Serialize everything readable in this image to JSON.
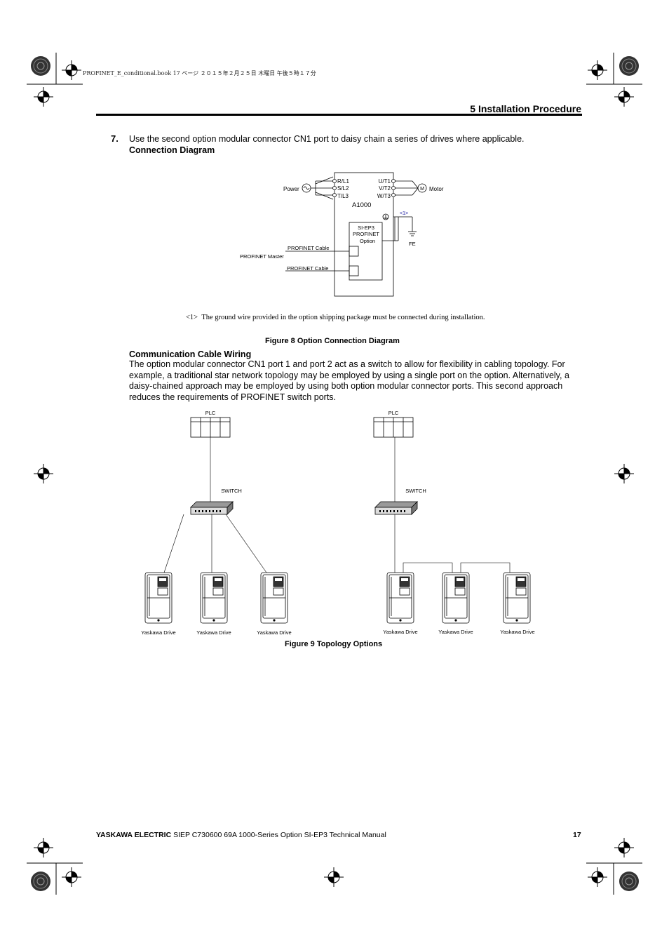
{
  "header": {
    "print_line": "PROFINET_E_conditional.book  17 ページ  ２０１５年２月２５日  木曜日  午後５時１７分",
    "section_title": "5  Installation Procedure"
  },
  "step": {
    "number": "7.",
    "text": "Use the second option modular connector CN1 port to daisy chain a series of drives where applicable.",
    "subheading": "Connection Diagram"
  },
  "figure8": {
    "terminals_in": [
      "R/L1",
      "S/L2",
      "T/L3"
    ],
    "terminals_out": [
      "U/T1",
      "V/T2",
      "W/T3"
    ],
    "power_label": "Power",
    "motor_label": "Motor",
    "motor_symbol": "M",
    "drive_label": "A1000",
    "note_marker": "<1>",
    "option_lines": [
      "SI-EP3",
      "PROFINET",
      "Option"
    ],
    "fe_label": "FE",
    "cable_label_top": "PROFINET Cable",
    "master_label": "PROFINET Master",
    "cable_label_bottom": "PROFINET Cable",
    "footnote_marker": "<1>",
    "footnote_text": "The ground wire provided in the option shipping package must be connected during installation.",
    "caption": "Figure 8  Option Connection Diagram"
  },
  "communication": {
    "heading": "Communication Cable Wiring",
    "body": "The option modular connector CN1 port 1 and port 2 act as a switch to allow for flexibility in cabling topology. For example, a traditional star network topology may be employed by using a single port on the option. Alternatively, a daisy-chained approach may be employed by using both option modular connector ports. This second approach reduces the requirements of PROFINET switch ports."
  },
  "figure9": {
    "left": {
      "plc_label": "PLC",
      "switch_label": "SWITCH",
      "drives": [
        "Yaskawa Drive",
        "Yaskawa Drive",
        "Yaskawa Drive"
      ]
    },
    "right": {
      "plc_label": "PLC",
      "switch_label": "SWITCH",
      "drives": [
        "Yaskawa Drive",
        "Yaskawa Drive",
        "Yaskawa Drive"
      ]
    },
    "caption": "Figure 9  Topology Options"
  },
  "footer": {
    "brand": "YASKAWA ELECTRIC",
    "doc": " SIEP C730600 69A 1000-Series Option SI-EP3 Technical Manual",
    "page": "17"
  },
  "colors": {
    "accent_note": "#1a1aa0",
    "ink": "#000000"
  }
}
